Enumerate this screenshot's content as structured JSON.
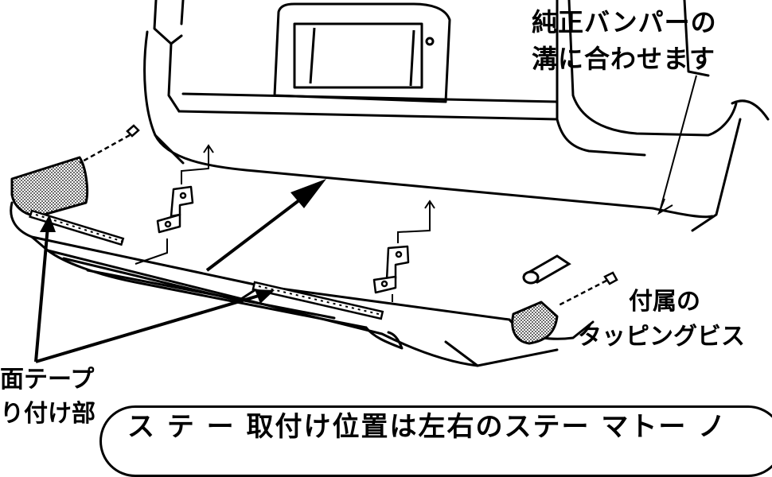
{
  "labels": {
    "bumper_groove_line1": "純正バンパーの",
    "bumper_groove_line2": "溝に合わせます",
    "screw_line1": "付属の",
    "screw_line2": "タッピングビス",
    "tape_line1": "面テープ",
    "tape_line2": "り付け部"
  },
  "note": {
    "text": "ス テ ー 取付け位置は左右のステー マトー ノ"
  },
  "colors": {
    "ink": "#000000",
    "paper": "#ffffff"
  }
}
